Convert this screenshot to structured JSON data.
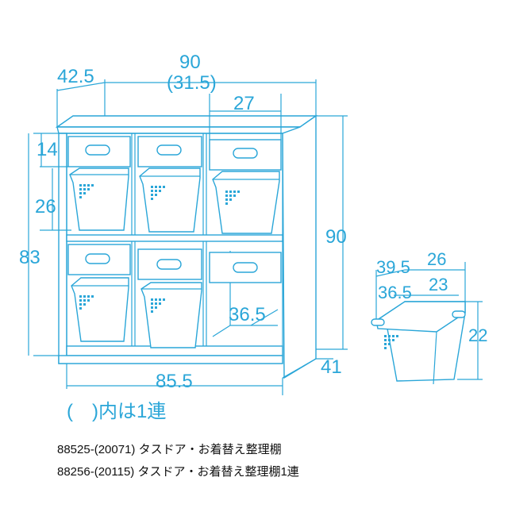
{
  "dimensions": {
    "depth": "42.5",
    "width": "90",
    "width_inner": "(31.5)",
    "drawer_width": "27",
    "drawer_height": "14",
    "basket_height": "26",
    "inner_height": "83",
    "total_height": "90",
    "inner_depth": "36.5",
    "bottom_width": "85.5",
    "base_depth": "41"
  },
  "basket": {
    "depth": "39.5",
    "width": "26",
    "inner_depth": "36.5",
    "inner_width": "23",
    "height": "22"
  },
  "note": "(　)内は1連",
  "products": [
    "88525-(20071) タスドア・お着替え整理棚",
    "88256-(20115) タスドア・お着替え整理棚1連"
  ],
  "colors": {
    "line": "#2aa6d8",
    "text": "#111111"
  }
}
